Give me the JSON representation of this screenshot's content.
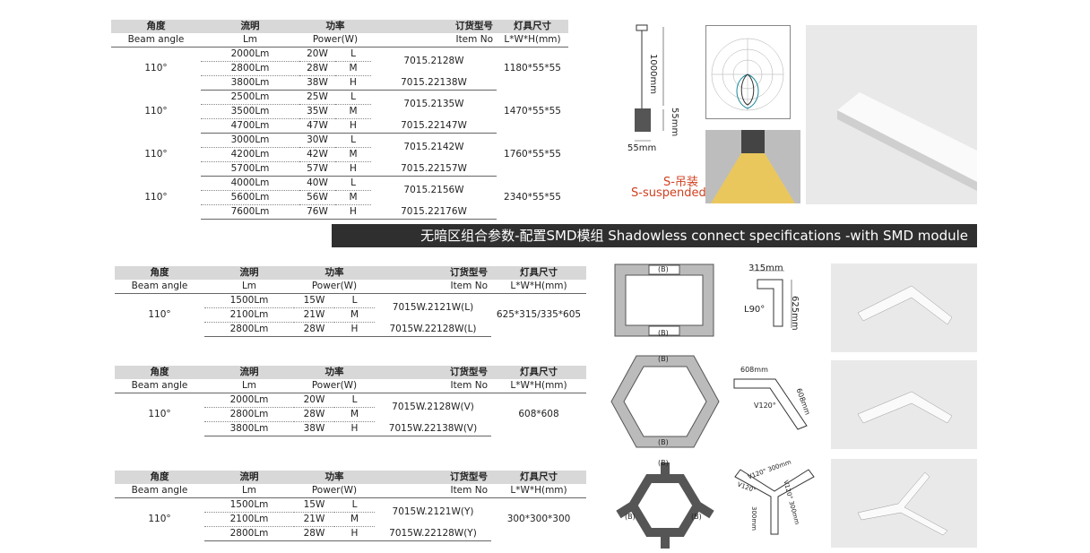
{
  "headers": {
    "angle_cn": "角度",
    "angle_en": "Beam angle",
    "lm_cn": "流明",
    "lm_en": "Lm",
    "power_cn": "功率",
    "power_en": "Power(W)",
    "item_cn": "订货型号",
    "item_en": "Item No",
    "size_cn": "灯具尺寸",
    "size_en": "L*W*H(mm)"
  },
  "top_table": [
    {
      "size": "1180*55*55",
      "angle": "110°",
      "items": [
        "7015.2128W",
        "7015.22138W"
      ],
      "rows": [
        {
          "lm": "2000Lm",
          "pw": "20W",
          "lvl": "L"
        },
        {
          "lm": "2800Lm",
          "pw": "28W",
          "lvl": "M"
        },
        {
          "lm": "3800Lm",
          "pw": "38W",
          "lvl": "H"
        }
      ]
    },
    {
      "size": "1470*55*55",
      "angle": "110°",
      "items": [
        "7015.2135W",
        "7015.22147W"
      ],
      "rows": [
        {
          "lm": "2500Lm",
          "pw": "25W",
          "lvl": "L"
        },
        {
          "lm": "3500Lm",
          "pw": "35W",
          "lvl": "M"
        },
        {
          "lm": "4700Lm",
          "pw": "47W",
          "lvl": "H"
        }
      ]
    },
    {
      "size": "1760*55*55",
      "angle": "110°",
      "items": [
        "7015.2142W",
        "7015.22157W"
      ],
      "rows": [
        {
          "lm": "3000Lm",
          "pw": "30W",
          "lvl": "L"
        },
        {
          "lm": "4200Lm",
          "pw": "42W",
          "lvl": "M"
        },
        {
          "lm": "5700Lm",
          "pw": "57W",
          "lvl": "H"
        }
      ]
    },
    {
      "size": "2340*55*55",
      "angle": "110°",
      "items": [
        "7015.2156W",
        "7015.22176W"
      ],
      "rows": [
        {
          "lm": "4000Lm",
          "pw": "40W",
          "lvl": "L"
        },
        {
          "lm": "5600Lm",
          "pw": "56W",
          "lvl": "M"
        },
        {
          "lm": "7600Lm",
          "pw": "76W",
          "lvl": "H"
        }
      ]
    }
  ],
  "suspended": {
    "label_cn": "S-吊装",
    "label_en": "S-suspended",
    "dim_height": "1000mm",
    "dim_box": "55mm",
    "dim_width": "55mm"
  },
  "banner": "无暗区组合参数-配置SMD模组 Shadowless connect specifications -with SMD module",
  "table_L": {
    "size": "625*315/335*605",
    "angle": "110°",
    "item_a": "7015W.2121W(L)",
    "item_b": "7015W.22128W(L)",
    "rows": [
      {
        "lm": "1500Lm",
        "pw": "15W",
        "lvl": "L"
      },
      {
        "lm": "2100Lm",
        "pw": "21W",
        "lvl": "M"
      },
      {
        "lm": "2800Lm",
        "pw": "28W",
        "lvl": "H"
      }
    ],
    "dims": {
      "top": "315mm",
      "side": "625mm",
      "angle": "L90°"
    }
  },
  "table_V": {
    "size": "608*608",
    "angle": "110°",
    "item_a": "7015W.2128W(V)",
    "item_b": "7015W.22138W(V)",
    "rows": [
      {
        "lm": "2000Lm",
        "pw": "20W",
        "lvl": "L"
      },
      {
        "lm": "2800Lm",
        "pw": "28W",
        "lvl": "M"
      },
      {
        "lm": "3800Lm",
        "pw": "38W",
        "lvl": "H"
      }
    ],
    "dims": {
      "top": "608mm",
      "side": "608mm",
      "angle": "V120°"
    }
  },
  "table_Y": {
    "size": "300*300*300",
    "angle": "110°",
    "item_a": "7015W.2121W(Y)",
    "item_b": "7015W.22128W(Y)",
    "rows": [
      {
        "lm": "1500Lm",
        "pw": "15W",
        "lvl": "L"
      },
      {
        "lm": "2100Lm",
        "pw": "21W",
        "lvl": "M"
      },
      {
        "lm": "2800Lm",
        "pw": "28W",
        "lvl": "H"
      }
    ],
    "dims": {
      "a": "V120° 300mm",
      "b": "V120°",
      "c": "300mm",
      "d": "V120° 300mm"
    }
  },
  "marker": "(B)"
}
